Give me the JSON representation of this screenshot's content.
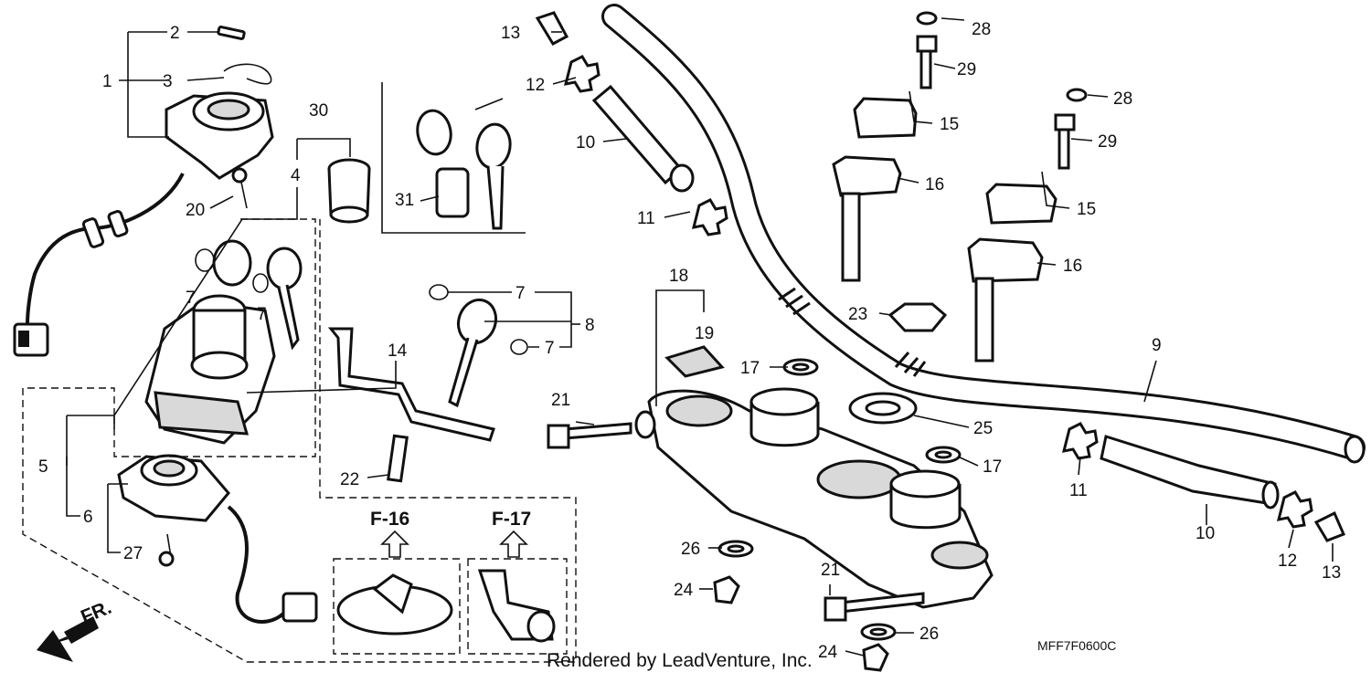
{
  "callouts": {
    "c1": "1",
    "c2": "2",
    "c3": "3",
    "c4": "4",
    "c5": "5",
    "c6": "6",
    "c7a": "7",
    "c7b": "7",
    "c7c": "7",
    "c7d": "7",
    "c8": "8",
    "c9": "9",
    "c10a": "10",
    "c10b": "10",
    "c11a": "11",
    "c11b": "11",
    "c12a": "12",
    "c12b": "12",
    "c13a": "13",
    "c13b": "13",
    "c14": "14",
    "c15a": "15",
    "c15b": "15",
    "c16a": "16",
    "c16b": "16",
    "c17a": "17",
    "c17b": "17",
    "c18": "18",
    "c19": "19",
    "c20": "20",
    "c21a": "21",
    "c21b": "21",
    "c22": "22",
    "c23": "23",
    "c24a": "24",
    "c24b": "24",
    "c25": "25",
    "c26a": "26",
    "c26b": "26",
    "c27": "27",
    "c28a": "28",
    "c28b": "28",
    "c29a": "29",
    "c29b": "29",
    "c30": "30",
    "c31": "31"
  },
  "refs": {
    "f16": "F-16",
    "f17": "F-17"
  },
  "front_marker": "FR.",
  "diagram_code": "MFF7F0600C",
  "credit": "Rendered by LeadVenture, Inc."
}
